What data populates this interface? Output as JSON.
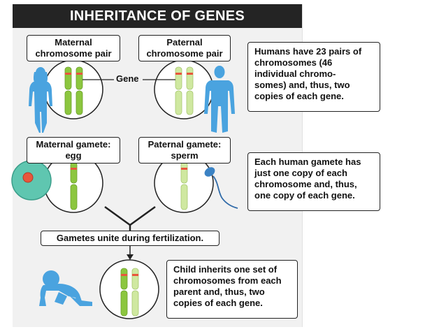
{
  "title": "INHERITANCE OF GENES",
  "labels": {
    "maternal_pair_line1": "Maternal",
    "maternal_pair_line2": "chromosome pair",
    "paternal_pair_line1": "Paternal",
    "paternal_pair_line2": "chromosome pair",
    "gene": "Gene",
    "maternal_gamete_line1": "Maternal gamete:",
    "maternal_gamete_line2": "egg",
    "paternal_gamete_line1": "Paternal gamete:",
    "paternal_gamete_line2": "sperm",
    "fertilization": "Gametes unite during fertilization."
  },
  "notes": {
    "pairs": [
      "Humans have 23 pairs of",
      "chromosomes (46",
      "individual chromo-",
      "somes) and, thus, two",
      "copies of each gene."
    ],
    "gamete": [
      "Each human gamete has",
      "just one copy of each",
      "chromosome and, thus,",
      "one copy of each gene."
    ],
    "child": [
      "Child inherits one set of",
      "chromosomes from each",
      "parent and, thus, two",
      "copies of each gene."
    ]
  },
  "colors": {
    "maternal_chromosome": "#8cc63f",
    "paternal_chromosome": "#cfe8a0",
    "gene_band": "#e8563c",
    "figure": "#4aa3df",
    "egg": "#5fc6b0",
    "title_bg": "#242424"
  },
  "icons": [
    "woman-figure",
    "man-figure",
    "egg-cell",
    "sperm-cell",
    "baby-figure"
  ]
}
